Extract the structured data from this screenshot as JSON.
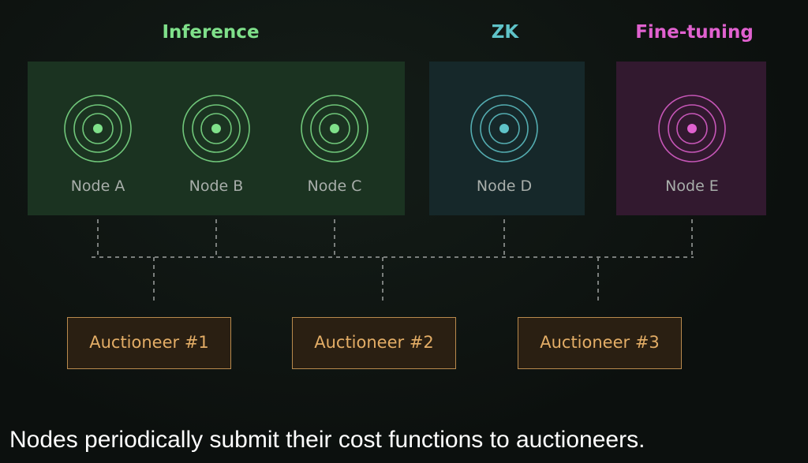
{
  "groups": [
    {
      "title": "Inference",
      "color": "#7fe08a"
    },
    {
      "title": "ZK",
      "color": "#5fc3c8"
    },
    {
      "title": "Fine-tuning",
      "color": "#e061cf"
    }
  ],
  "nodes": [
    {
      "label": "Node A",
      "group": "Inference",
      "color": "#7fe08a"
    },
    {
      "label": "Node B",
      "group": "Inference",
      "color": "#7fe08a"
    },
    {
      "label": "Node C",
      "group": "Inference",
      "color": "#7fe08a"
    },
    {
      "label": "Node D",
      "group": "ZK",
      "color": "#5fc3c8"
    },
    {
      "label": "Node E",
      "group": "Fine-tuning",
      "color": "#e061cf"
    }
  ],
  "auctioneers": [
    {
      "label": "Auctioneer #1"
    },
    {
      "label": "Auctioneer #2"
    },
    {
      "label": "Auctioneer #3"
    }
  ],
  "caption": "Nodes periodically submit their cost functions to auctioneers.",
  "colors": {
    "inference_panel": "#1b3321",
    "zk_panel": "#16282a",
    "finetune_panel": "#32192f",
    "auctioneer_border": "#b98a4d",
    "auctioneer_text": "#e3ad66",
    "connector": "#7a7e7c"
  }
}
